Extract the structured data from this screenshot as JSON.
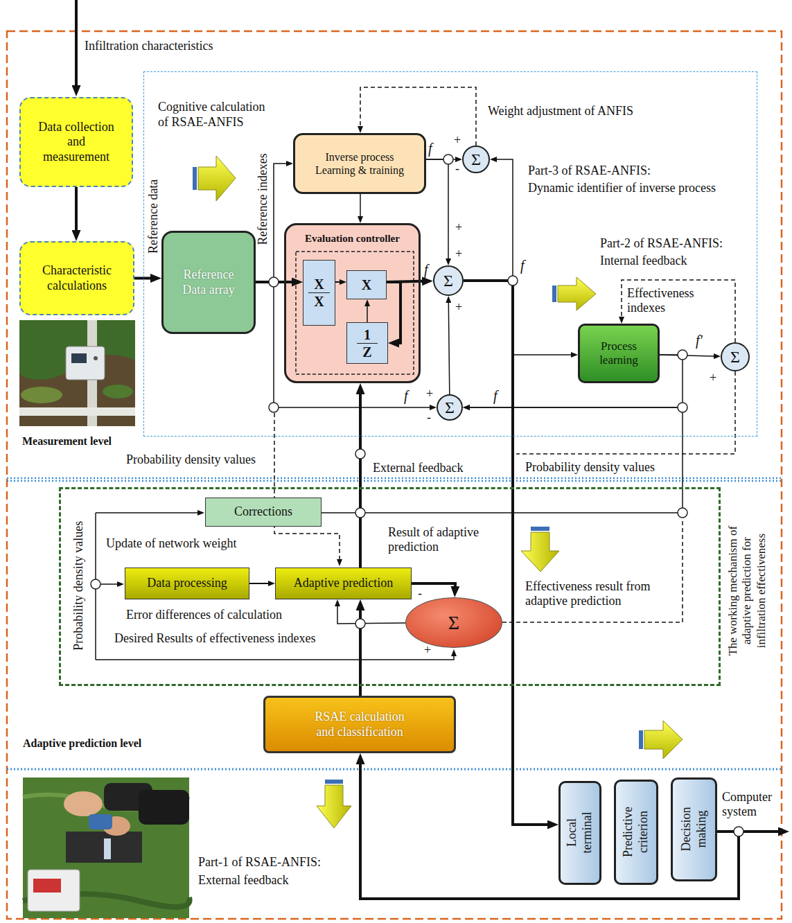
{
  "diagram": {
    "nodes": [
      {
        "text": [
          "Data collection and measurement"
        ]
      },
      {
        "text": [
          "Characteristic calculations"
        ]
      },
      {
        "text": [
          "Cognitive calculation of RSAE-ANFIS"
        ]
      },
      {
        "text": [
          "Reference Data array"
        ],
        "in": 2
      },
      {
        "text": [
          "Inverse process Learning & training"
        ],
        "in": 2
      },
      {
        "text": [
          "Evaluation controller"
        ],
        "in": 2
      },
      {
        "text": [
          "X",
          "X"
        ],
        "in": 5
      },
      {
        "text": [
          "X"
        ],
        "in": 5
      },
      {
        "text": [
          "1",
          "Z"
        ],
        "in": 5
      },
      {
        "text": [
          "Σ"
        ],
        "in": 2
      },
      {
        "text": [
          "Σ"
        ],
        "in": 2
      },
      {
        "text": [
          "Σ"
        ],
        "in": 2
      },
      {
        "text": [
          "Process learning"
        ],
        "in": 2
      },
      {
        "text": [
          "Σ"
        ],
        "in": 2
      },
      {
        "text": [
          "The working mechanism of adaptive prediction for infiltration effectiveness"
        ]
      },
      {
        "text": [
          "Corrections"
        ],
        "in": 14
      },
      {
        "text": [
          "Data processing"
        ],
        "in": 14
      },
      {
        "text": [
          "Adaptive prediction"
        ],
        "in": 14
      },
      {
        "text": [
          "Σ"
        ],
        "in": 14
      },
      {
        "text": [
          "RSAE calculation and classification"
        ]
      },
      {
        "text": [
          "Local terminal"
        ]
      },
      {
        "text": [
          "Predictive criterion"
        ]
      },
      {
        "text": [
          "Decision making"
        ]
      }
    ],
    "edges": [
      {
        "from": 0,
        "to": 1,
        "arrow": "to"
      },
      {
        "from": 1,
        "to": 3,
        "arrow": "to"
      },
      {
        "from": 3,
        "to": 6,
        "arrow": "to"
      },
      {
        "from": 3,
        "to": 4,
        "arrow": "to"
      },
      {
        "from": 6,
        "to": 7,
        "arrow": "to"
      },
      {
        "from": 7,
        "to": 8,
        "arrow": "to"
      },
      {
        "from": 8,
        "to": 7,
        "arrow": "to"
      },
      {
        "from": 7,
        "to": 10,
        "arrow": "to"
      },
      {
        "from": 4,
        "to": 9,
        "arrow": "to"
      },
      {
        "from": 9,
        "to": 4,
        "arrow": "to"
      },
      {
        "from": 4,
        "to": 5,
        "arrow": "to"
      },
      {
        "from": 4,
        "to": 10,
        "arrow": "to"
      },
      {
        "from": 10,
        "to": 9,
        "arrow": "to"
      },
      {
        "from": 10,
        "to": 12,
        "arrow": "to"
      },
      {
        "from": 10,
        "to": 20,
        "arrow": "to"
      },
      {
        "from": 12,
        "to": 13,
        "arrow": "to"
      },
      {
        "from": 12,
        "to": 11,
        "arrow": "to"
      },
      {
        "from": 3,
        "to": 11,
        "arrow": "to"
      },
      {
        "from": 11,
        "to": 10,
        "arrow": "to"
      },
      {
        "from": 13,
        "to": 12,
        "arrow": "to"
      },
      {
        "from": 15,
        "to": 11,
        "arrow": "to"
      },
      {
        "from": 16,
        "to": 17,
        "arrow": "to"
      },
      {
        "from": 17,
        "to": 18,
        "arrow": "to"
      },
      {
        "from": 18,
        "to": 17,
        "arrow": "to"
      },
      {
        "from": 19,
        "to": 17,
        "arrow": "to"
      },
      {
        "from": 17,
        "to": 5,
        "arrow": "to"
      },
      {
        "from": 22,
        "to": 19,
        "arrow": "to"
      }
    ],
    "labels": [
      "Infiltration characteristics",
      "Reference data",
      "Reference indexes",
      "Weight adjustment of ANFIS",
      "Part-3 of RSAE-ANFIS:",
      "Dynamic identifier of inverse process",
      "f",
      "+",
      "-",
      "+",
      "+",
      "f",
      "f",
      "+",
      "Part-2 of RSAE-ANFIS:",
      "Internal feedback",
      "Effectiveness indexes",
      "f'",
      "+",
      "f",
      "+",
      "-",
      "f",
      "Measurement level",
      "Probability density values",
      "External feedback",
      "Probability density values",
      "Probability density values",
      "Update of network weight",
      "Result of adaptive prediction",
      "-",
      "Error differences of calculation",
      "Effectiveness result from adaptive prediction",
      "Desired Results of effectiveness indexes",
      "+",
      "Adaptive prediction level",
      "Part-1 of RSAE-ANFIS:",
      "External feedback",
      "Computer system"
    ]
  }
}
